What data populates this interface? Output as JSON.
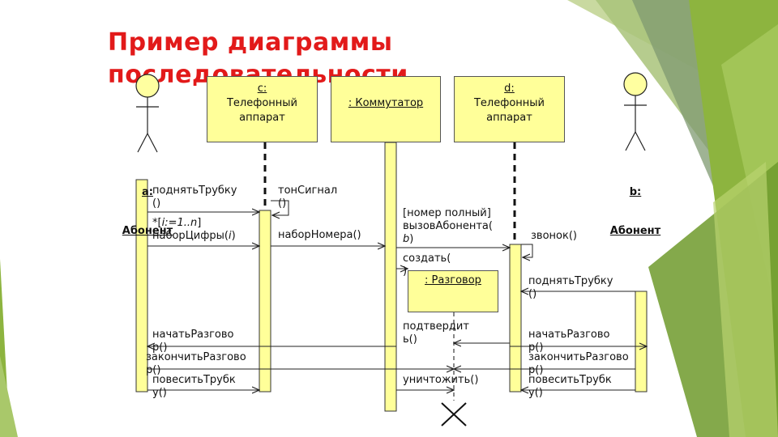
{
  "slide": {
    "title": "Пример диаграммы последовательности"
  },
  "objects": {
    "c": {
      "line1": "c:",
      "line2": "Телефонный",
      "line3": "аппарат"
    },
    "switch": {
      "line1": ": Коммутатор"
    },
    "d": {
      "line1": "d:",
      "line2": "Телефонный",
      "line3": "аппарат"
    },
    "talk": {
      "line1": ": Разговор"
    }
  },
  "actors": {
    "a": {
      "line1": "a:",
      "line2": "Абонент"
    },
    "b": {
      "line1": "b:",
      "line2": "Абонент"
    }
  },
  "messages": {
    "m1": "поднятьТрубку\n()",
    "m2": "тонСигнал\n()",
    "m3_guard": "*[",
    "m3_iter": "i:=1..n",
    "m3_close": "]",
    "m3_name": "наборЦифры(",
    "m3_arg": "i",
    "m3_end": ")",
    "m4": "наборНомера()",
    "m5_a": "[номер полный]",
    "m5_b": "вызовАбонента(",
    "m5_c": "b",
    "m5_d": ")",
    "m6": "звонок()",
    "m7": "создать(\n)",
    "m8": "поднятьТрубку\n()",
    "m9": "подтвердит\nь()",
    "m10": "начатьРазгово\nр()",
    "m11": "начатьРазгово\nр()",
    "m12": "закончитьРазгово\nр()",
    "m13": "закончитьРазгово\nр()",
    "m14": "повеситьТрубк\nу()",
    "m15": "уничтожить()",
    "m16": "повеситьТрубк\nу()"
  },
  "colors": {
    "title": "#e21a1a",
    "activation": "#ffff99",
    "accent_green": "#8db43f"
  }
}
